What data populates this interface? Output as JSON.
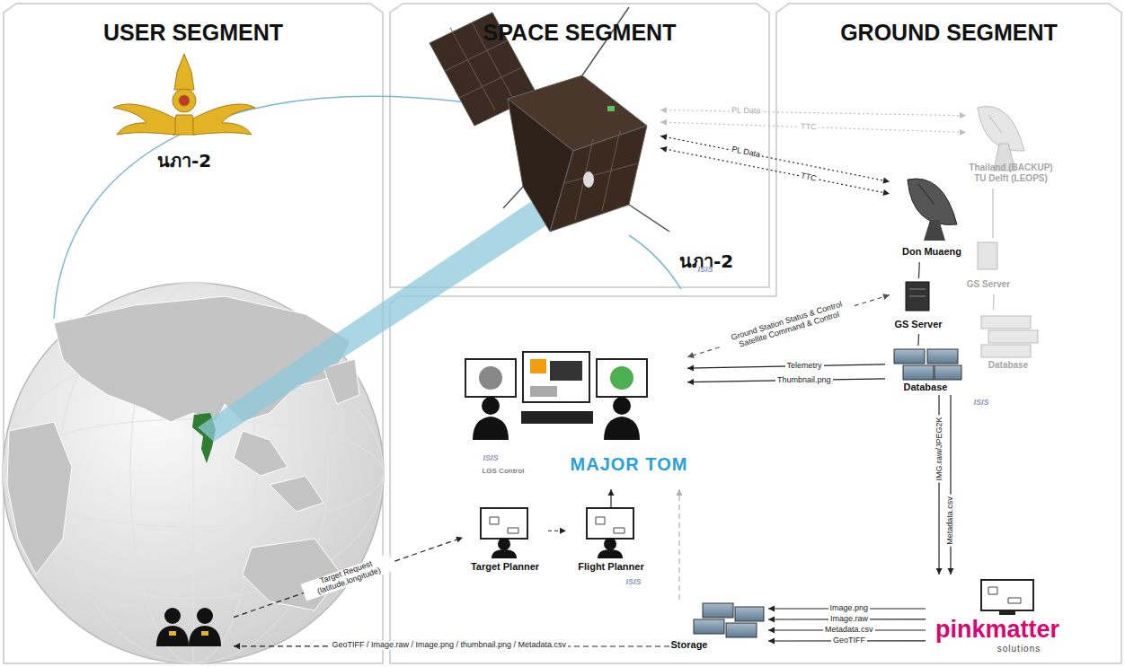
{
  "diagram": {
    "nodes": [
      {
        "text": [
          "USER SEGMENT"
        ]
      },
      {
        "text": [
          "SPACE SEGMENT"
        ]
      },
      {
        "text": [
          "GROUND SEGMENT"
        ]
      },
      {
        "text": [],
        "in": 0
      },
      {
        "text": [
          "นภา-2"
        ],
        "in": 1
      },
      {
        "text": [
          "Thailand (BACKUP) TU Delft (LEOPS)"
        ],
        "in": 2
      },
      {
        "text": [
          "Don Muaeng"
        ],
        "in": 2
      },
      {
        "text": [
          "GS Server"
        ],
        "in": 2
      },
      {
        "text": [
          "Database"
        ],
        "in": 2
      },
      {
        "text": [
          "GS Server"
        ],
        "in": 2
      },
      {
        "text": [
          "Database"
        ],
        "in": 2
      },
      {
        "text": [
          "LGS Control",
          "MAJOR TOM"
        ],
        "in": 2
      },
      {
        "text": [
          "Target Planner"
        ],
        "in": 2
      },
      {
        "text": [
          "Flight Planner"
        ],
        "in": 2
      },
      {
        "text": [
          "Storage"
        ],
        "in": 2
      },
      {
        "text": [
          "pinkmatter",
          "solutions"
        ],
        "in": 2
      }
    ],
    "edges": [
      {
        "from": 4,
        "to": 5,
        "label": "PL Data",
        "arrow": "both"
      },
      {
        "from": 4,
        "to": 5,
        "label": "TTC",
        "arrow": "both"
      },
      {
        "from": 4,
        "to": 6,
        "label": "PL Data",
        "arrow": "both"
      },
      {
        "from": 4,
        "to": 6,
        "label": "TTC",
        "arrow": "both"
      },
      {
        "from": 6,
        "to": 9,
        "arrow": "none"
      },
      {
        "from": 5,
        "to": 7,
        "arrow": "none"
      },
      {
        "from": 7,
        "to": 8,
        "arrow": "none"
      },
      {
        "from": 9,
        "to": 10,
        "arrow": "none"
      },
      {
        "from": 9,
        "to": 11,
        "label": "Ground Station Status & Control Satellite Command & Control",
        "arrow": "both"
      },
      {
        "from": 10,
        "to": 11,
        "label": "Telemetry",
        "arrow": "to"
      },
      {
        "from": 10,
        "to": 11,
        "label": "Thumbnail.png",
        "arrow": "to"
      },
      {
        "from": 10,
        "to": 15,
        "label": "IMG.raw/JPEG2K",
        "arrow": "to"
      },
      {
        "from": 10,
        "to": 15,
        "label": "Metadata.csv",
        "arrow": "to"
      },
      {
        "from": 15,
        "to": 14,
        "label": "Image.png",
        "arrow": "to"
      },
      {
        "from": 15,
        "to": 14,
        "label": "Image.raw",
        "arrow": "to"
      },
      {
        "from": 15,
        "to": 14,
        "label": "Metadata.csv",
        "arrow": "to"
      },
      {
        "from": 15,
        "to": 14,
        "label": "GeoTIFF",
        "arrow": "to"
      },
      {
        "from": 14,
        "to": 11,
        "arrow": "to"
      },
      {
        "from": 3,
        "to": 12,
        "label": "Target Request (latitude,longitude)",
        "arrow": "to"
      },
      {
        "from": 14,
        "to": 3,
        "label": "GeoTIFF / Image.raw / Image.png / thumbnail.png / Metadata.csv",
        "arrow": "to"
      },
      {
        "from": 12,
        "to": 13,
        "arrow": "to"
      },
      {
        "from": 13,
        "to": 11,
        "arrow": "to"
      }
    ],
    "labels": [
      "นภา-2",
      "ISIS",
      "ISIS",
      "ISIS",
      "ISIS"
    ]
  }
}
